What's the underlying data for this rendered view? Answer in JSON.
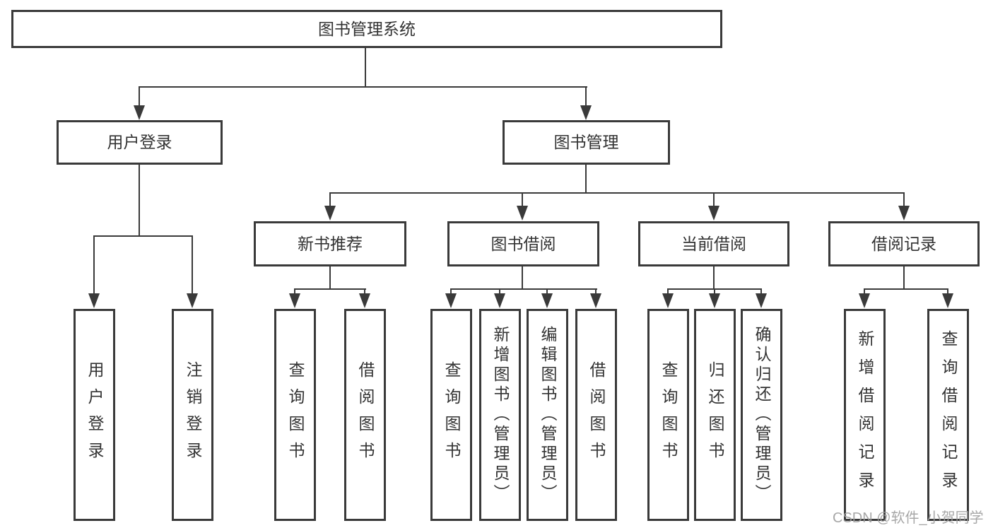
{
  "tree": {
    "root": "图书管理系统",
    "branches": [
      {
        "label": "用户登录",
        "leaves": [
          "用户登录",
          "注销登录"
        ]
      },
      {
        "label": "图书管理",
        "children": [
          {
            "label": "新书推荐",
            "leaves": [
              "查询图书",
              "借阅图书"
            ]
          },
          {
            "label": "图书借阅",
            "leaves": [
              "查询图书",
              "新增图书（管理员）",
              "编辑图书（管理员）",
              "借阅图书"
            ]
          },
          {
            "label": "当前借阅",
            "leaves": [
              "查询图书",
              "归还图书",
              "确认归还（管理员）"
            ]
          },
          {
            "label": "借阅记录",
            "leaves": [
              "新增借阅记录",
              "查询借阅记录"
            ]
          }
        ]
      }
    ]
  },
  "watermark": "CSDN @软件_小贺同学",
  "colors": {
    "line": "#3a3a3a",
    "text": "#333333",
    "watermark": "#9e9e9e",
    "background": "#ffffff"
  }
}
